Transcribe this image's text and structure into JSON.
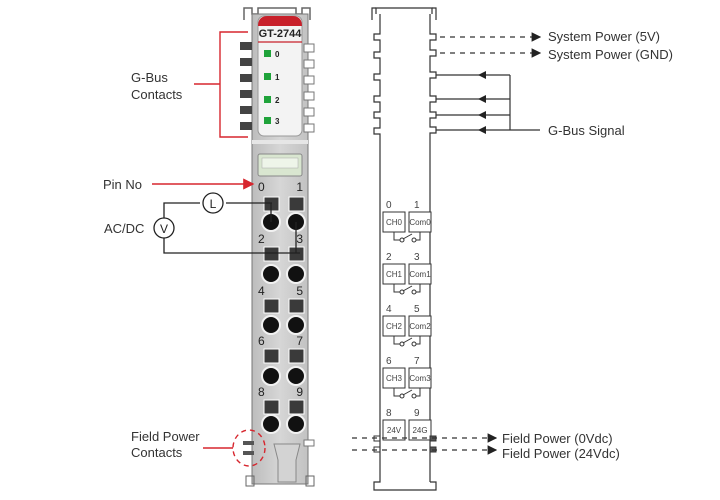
{
  "module": {
    "model": "GT-2744",
    "led_labels": [
      "0",
      "1",
      "2",
      "3"
    ],
    "pin_numbers": [
      "0",
      "1",
      "2",
      "3",
      "4",
      "5",
      "6",
      "7",
      "8",
      "9"
    ]
  },
  "callouts": {
    "gbus_contacts_line1": "G-Bus",
    "gbus_contacts_line2": "Contacts",
    "pin_no": "Pin No",
    "ac_dc": "AC/DC",
    "load_symbol": "L",
    "voltage_symbol": "V",
    "field_power_contacts_line1": "Field Power",
    "field_power_contacts_line2": "Contacts"
  },
  "schematic": {
    "channels": [
      {
        "pins": [
          "0",
          "1"
        ],
        "left": "CH0",
        "right": "Com0"
      },
      {
        "pins": [
          "2",
          "3"
        ],
        "left": "CH1",
        "right": "Com1"
      },
      {
        "pins": [
          "4",
          "5"
        ],
        "left": "CH2",
        "right": "Com2"
      },
      {
        "pins": [
          "6",
          "7"
        ],
        "left": "CH3",
        "right": "Com3"
      }
    ],
    "power": {
      "pins": [
        "8",
        "9"
      ],
      "left": "24V",
      "right": "24G"
    },
    "labels": {
      "system_power_5v": "System Power (5V)",
      "system_power_gnd": "System Power (GND)",
      "gbus_signal": "G-Bus Signal",
      "field_power_0v": "Field Power (0Vdc)",
      "field_power_24v": "Field Power (24Vdc)"
    }
  },
  "colors": {
    "accent_red": "#d7262e",
    "led_green": "#1fa33a",
    "module_gray": "#c9c9c9"
  }
}
